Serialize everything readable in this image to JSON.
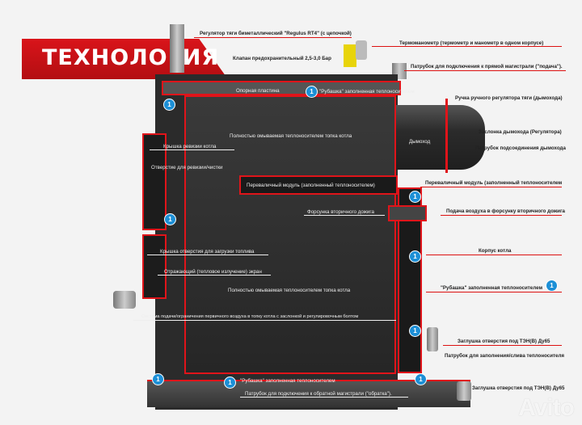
{
  "title": "ТЕХНОЛОГИЯ",
  "watermark": "Avito",
  "badge_number": "1",
  "colors": {
    "accent_red": "#e0141a",
    "badge_blue": "#1c8fd6",
    "body_dark": "#2b2b2b"
  },
  "labels_right": [
    "Регулятор тяги биметаллический \"Regulus RT4\" (с цепочкой)",
    "Термоманометр (термометр и манометр в одном корпусе)",
    "Клапан предохранительный 2,5-3,0 Бар",
    "Патрубок для подключения  к прямой магистрали (\"подача\").",
    "Ручка ручного регулятора тяги (дымохода)",
    "Заслонка дымохода (Регулятора)",
    "Патрубок подсоединения дымохода",
    "Переваличный модуль (заполненный теплоносителем",
    "Подача воздуха в форсунку вторичного дожига",
    "Корпус котла",
    "\"Рубашка\" заполненная теплоносителем",
    "Заглушка отверстия под ТЭН(В) Ду65",
    "Патрубок для заполнения/слива теплоносителя",
    "Заглушка отверстия под ТЭН(В) Ду65"
  ],
  "labels_inner": {
    "support_plate": "Опорная пластина",
    "jacket_top": "\"Рубашка\" заполненная теплоносителем",
    "firebox_top": "Полностью омываемая теплоносителем топка котла",
    "revision_cover": "Крышка ревизии котла",
    "revision_hole": "Отверстие для ревизии/чистки",
    "transfer_module": "Переваличный модуль (заполненный теплоносителем)",
    "chimney": "Дымоход",
    "secondary_nozzle": "Форсунка вторичного дожига",
    "fuel_door": "Крышка отверстия для загрузки топлива",
    "reflect_screen": "Отражающий (тепловое излучение) экран",
    "firebox_bottom": "Полностью омываемая теплоносителем топка котла",
    "primary_air": "Система подачи/ограничения первичного воздуха в топку котла с заслонкой и регулировочным болтом",
    "jacket_bottom": "\"Рубашка\" заполненная теплоносителем",
    "return_pipe": "Патрубок для подключения  к обратной магистрали (\"обратка\")."
  }
}
